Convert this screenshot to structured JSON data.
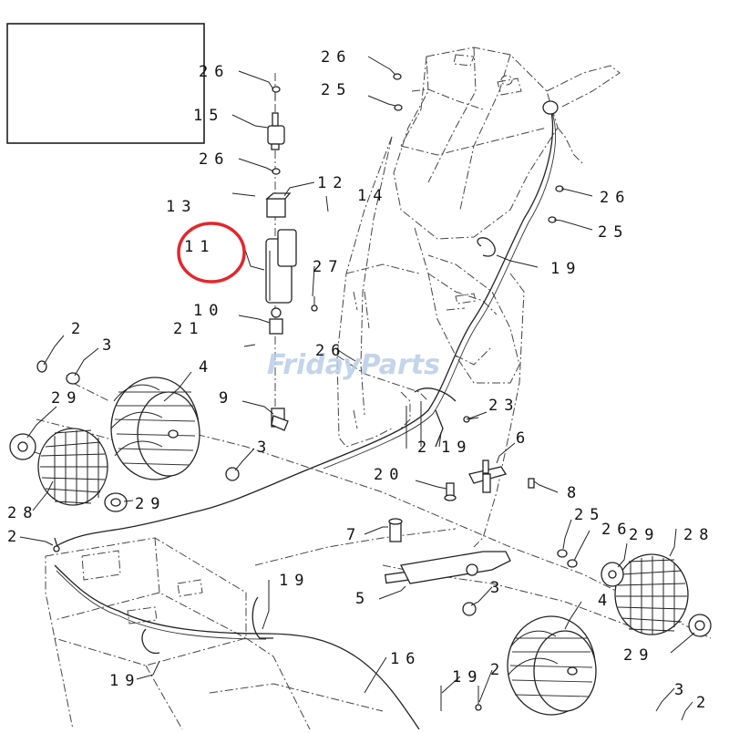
{
  "watermark": "FridayParts",
  "highlight_color": "#e4262c",
  "watermark_color": "#b9cde8",
  "title_box": "",
  "callouts": [
    {
      "id": "c26a",
      "text": "26"
    },
    {
      "id": "c15",
      "text": "15"
    },
    {
      "id": "c26b",
      "text": "26"
    },
    {
      "id": "c13",
      "text": "13"
    },
    {
      "id": "c12",
      "text": "12"
    },
    {
      "id": "c14",
      "text": "14"
    },
    {
      "id": "c11",
      "text": "11"
    },
    {
      "id": "c27",
      "text": "27"
    },
    {
      "id": "c10",
      "text": "10"
    },
    {
      "id": "c21",
      "text": "21"
    },
    {
      "id": "c26c",
      "text": "26"
    },
    {
      "id": "c25a",
      "text": "25"
    },
    {
      "id": "c26d",
      "text": "26"
    },
    {
      "id": "c25b",
      "text": "25"
    },
    {
      "id": "c19a",
      "text": "19"
    },
    {
      "id": "c2a",
      "text": "2"
    },
    {
      "id": "c3a",
      "text": "3"
    },
    {
      "id": "c4a",
      "text": "4"
    },
    {
      "id": "c29a",
      "text": "29"
    },
    {
      "id": "c9",
      "text": "9"
    },
    {
      "id": "c26e",
      "text": "26"
    },
    {
      "id": "c23",
      "text": "23"
    },
    {
      "id": "c2b",
      "text": "2"
    },
    {
      "id": "c19b",
      "text": "19"
    },
    {
      "id": "c6",
      "text": "6"
    },
    {
      "id": "c3b",
      "text": "3"
    },
    {
      "id": "c28a",
      "text": "28"
    },
    {
      "id": "c29b",
      "text": "29"
    },
    {
      "id": "c20",
      "text": "20"
    },
    {
      "id": "c8",
      "text": "8"
    },
    {
      "id": "c2c",
      "text": "2"
    },
    {
      "id": "c7",
      "text": "7"
    },
    {
      "id": "c25c",
      "text": "25"
    },
    {
      "id": "c26f",
      "text": "26"
    },
    {
      "id": "c29c",
      "text": "29"
    },
    {
      "id": "c28b",
      "text": "28"
    },
    {
      "id": "c3c",
      "text": "3"
    },
    {
      "id": "c5",
      "text": "5"
    },
    {
      "id": "c4b",
      "text": "4"
    },
    {
      "id": "c19c",
      "text": "19"
    },
    {
      "id": "c16",
      "text": "16"
    },
    {
      "id": "c29d",
      "text": "29"
    },
    {
      "id": "c19d",
      "text": "19"
    },
    {
      "id": "c19e",
      "text": "19"
    },
    {
      "id": "c2d",
      "text": "2"
    },
    {
      "id": "c3d",
      "text": "3"
    },
    {
      "id": "c2e",
      "text": "2"
    }
  ]
}
